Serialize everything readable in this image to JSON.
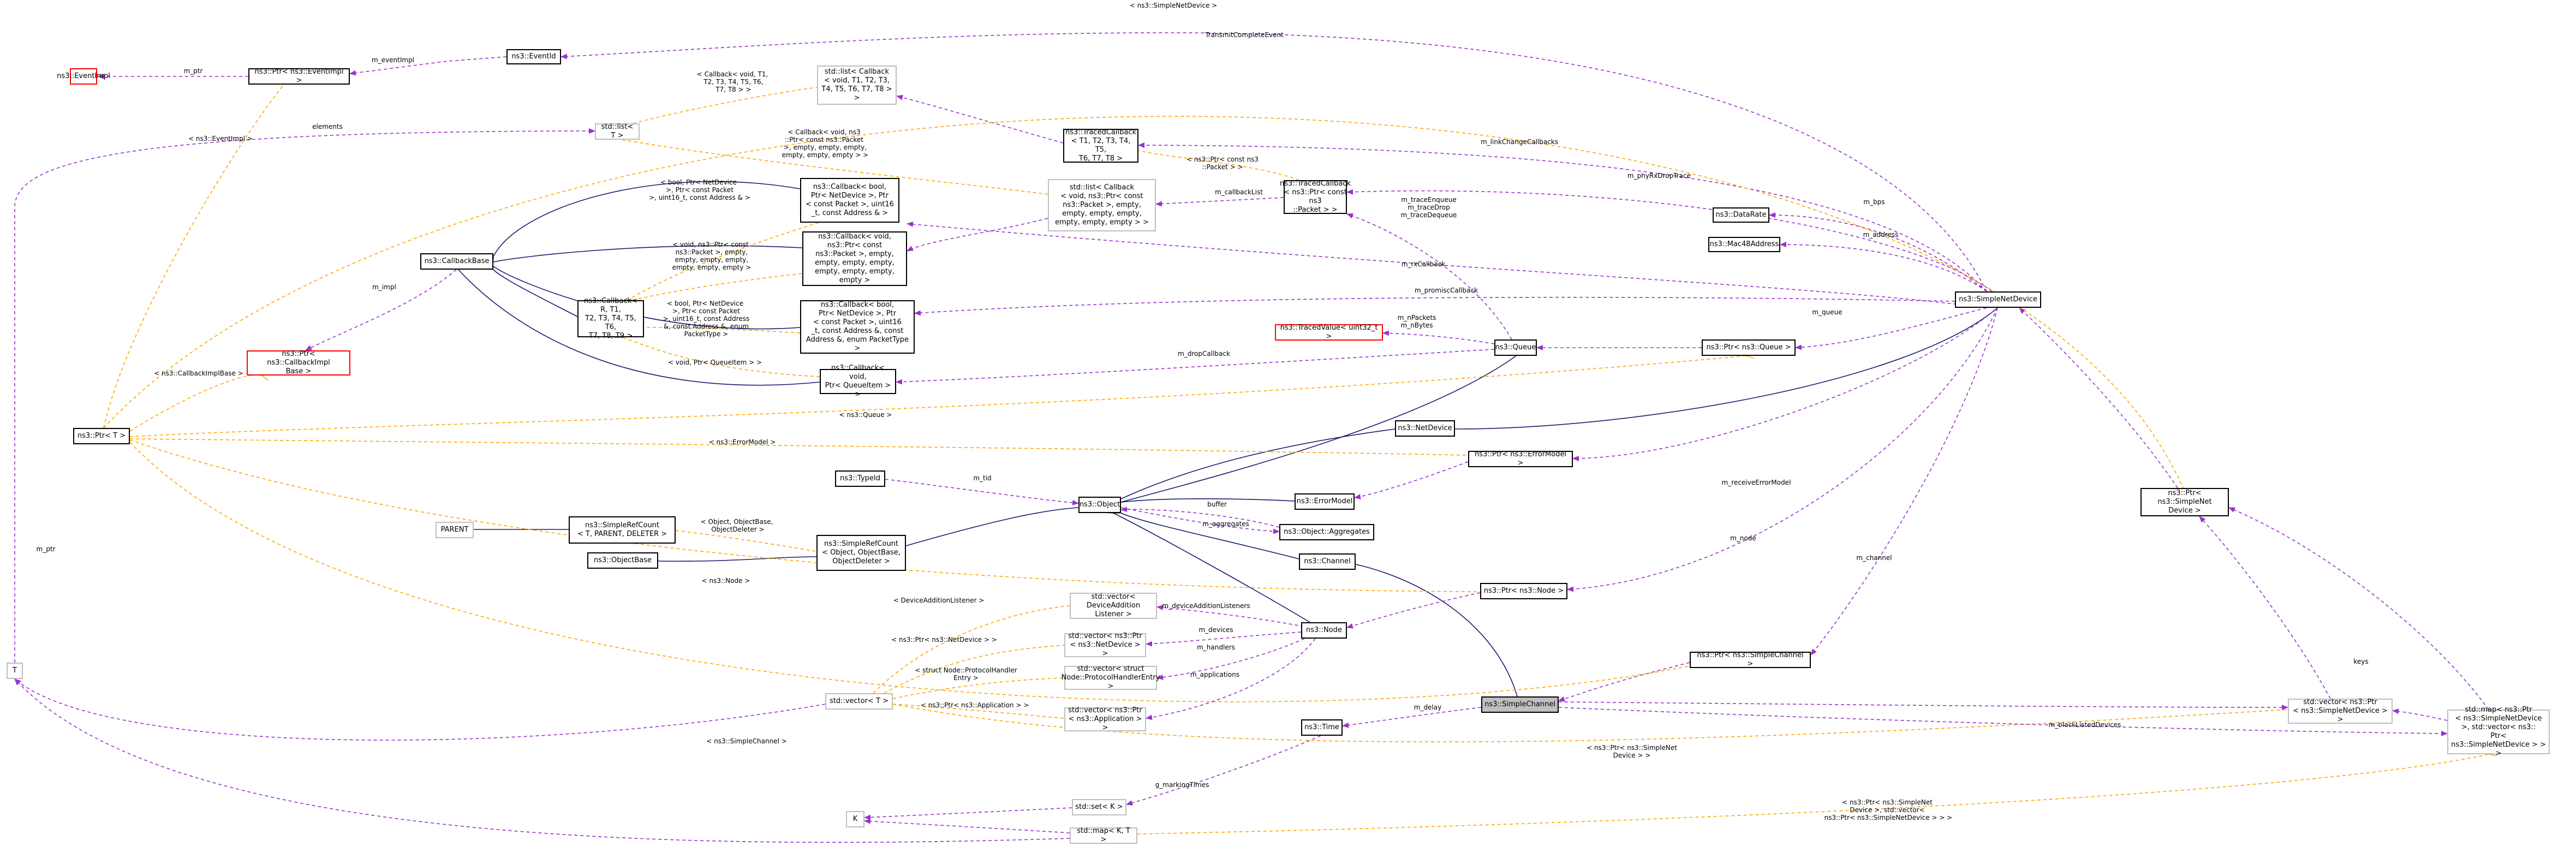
{
  "diagram": {
    "focus_class": "ns3::SimpleChannel",
    "nodes": [
      {
        "id": "EventImpl",
        "label": "ns3::EventImpl",
        "style": "red"
      },
      {
        "id": "PtrEventImpl",
        "label": "ns3::Ptr< ns3::EventImpl >",
        "style": "normal"
      },
      {
        "id": "EventId",
        "label": "ns3::EventId",
        "style": "normal"
      },
      {
        "id": "ListCallback",
        "label": "std::list< Callback\n< void, T1, T2, T3,\n T4, T5, T6, T7, T8 > >",
        "style": "grey"
      },
      {
        "id": "ListT",
        "label": "std::list< T >",
        "style": "grey"
      },
      {
        "id": "TracedCallbackT",
        "label": "ns3::TracedCallback\n< T1, T2, T3, T4, T5,\n T6, T7, T8 >",
        "style": "normal"
      },
      {
        "id": "ListCallbackPacket",
        "label": "std::list< Callback\n< void, ns3::Ptr< const\n ns3::Packet >, empty,\n empty, empty, empty,\n empty, empty, empty > >",
        "style": "grey"
      },
      {
        "id": "TracedCallbackPacket",
        "label": "ns3::TracedCallback\n< ns3::Ptr< const ns3\n::Packet > >",
        "style": "normal"
      },
      {
        "id": "CallbackBoolNetDevice",
        "label": "ns3::Callback< bool,\n Ptr< NetDevice >, Ptr\n< const Packet >, uint16\n_t, const Address & >",
        "style": "normal"
      },
      {
        "id": "CallbackVoidPacket",
        "label": "ns3::Callback< void,\n ns3::Ptr< const\n ns3::Packet >, empty,\n empty, empty, empty,\n empty, empty, empty,\n empty >",
        "style": "normal"
      },
      {
        "id": "CallbackBoolPromisc",
        "label": "ns3::Callback< bool,\n Ptr< NetDevice >, Ptr\n< const Packet >, uint16\n_t, const Address &, const\n Address &, enum PacketType >",
        "style": "normal"
      },
      {
        "id": "CallbackVoidQueueItem",
        "label": "ns3::Callback< void,\n Ptr< QueueItem > >",
        "style": "normal"
      },
      {
        "id": "CallbackBase",
        "label": "ns3::CallbackBase",
        "style": "normal"
      },
      {
        "id": "CallbackR",
        "label": "ns3::Callback< R, T1,\n T2, T3, T4, T5, T6,\n T7, T8, T9 >",
        "style": "normal"
      },
      {
        "id": "PtrCallbackImplBase",
        "label": "ns3::Ptr< ns3::CallbackImpl\nBase >",
        "style": "red"
      },
      {
        "id": "PtrT",
        "label": "ns3::Ptr< T >",
        "style": "normal"
      },
      {
        "id": "TracedValueUint32",
        "label": "ns3::TracedValue< uint32_t >",
        "style": "red"
      },
      {
        "id": "Queue",
        "label": "ns3::Queue",
        "style": "normal"
      },
      {
        "id": "PtrQueue",
        "label": "ns3::Ptr< ns3::Queue >",
        "style": "normal"
      },
      {
        "id": "DataRate",
        "label": "ns3::DataRate",
        "style": "normal"
      },
      {
        "id": "Mac48Address",
        "label": "ns3::Mac48Address",
        "style": "normal"
      },
      {
        "id": "SimpleNetDevice",
        "label": "ns3::SimpleNetDevice",
        "style": "normal"
      },
      {
        "id": "NetDevice",
        "label": "ns3::NetDevice",
        "style": "normal"
      },
      {
        "id": "PtrErrorModel",
        "label": "ns3::Ptr< ns3::ErrorModel >",
        "style": "normal"
      },
      {
        "id": "TypeId",
        "label": "ns3::TypeId",
        "style": "normal"
      },
      {
        "id": "Object",
        "label": "ns3::Object",
        "style": "normal"
      },
      {
        "id": "ErrorModel",
        "label": "ns3::ErrorModel",
        "style": "normal"
      },
      {
        "id": "Aggregates",
        "label": "ns3::Object::Aggregates",
        "style": "normal"
      },
      {
        "id": "Parent",
        "label": "PARENT",
        "style": "grey"
      },
      {
        "id": "SimpleRefCountT",
        "label": "ns3::SimpleRefCount\n< T, PARENT, DELETER >",
        "style": "normal"
      },
      {
        "id": "SimpleRefCountObject",
        "label": "ns3::SimpleRefCount\n< Object, ObjectBase,\n ObjectDeleter >",
        "style": "normal"
      },
      {
        "id": "ObjectBase",
        "label": "ns3::ObjectBase",
        "style": "normal"
      },
      {
        "id": "Channel",
        "label": "ns3::Channel",
        "style": "normal"
      },
      {
        "id": "PtrNode",
        "label": "ns3::Ptr< ns3::Node >",
        "style": "normal"
      },
      {
        "id": "PtrSimpleNetDevice",
        "label": "ns3::Ptr< ns3::SimpleNet\nDevice >",
        "style": "normal"
      },
      {
        "id": "VectorDeviceAddition",
        "label": "std::vector< DeviceAddition\nListener >",
        "style": "grey"
      },
      {
        "id": "VectorPtrNetDevice",
        "label": "std::vector< ns3::Ptr\n< ns3::NetDevice > >",
        "style": "grey"
      },
      {
        "id": "Node",
        "label": "ns3::Node",
        "style": "normal"
      },
      {
        "id": "VectorProtocolHandler",
        "label": "std::vector< struct\n Node::ProtocolHandlerEntry >",
        "style": "grey"
      },
      {
        "id": "VectorPtrApplication",
        "label": "std::vector< ns3::Ptr\n< ns3::Application > >",
        "style": "grey"
      },
      {
        "id": "VectorT",
        "label": "std::vector< T >",
        "style": "grey"
      },
      {
        "id": "PtrSimpleChannel",
        "label": "ns3::Ptr< ns3::SimpleChannel >",
        "style": "normal"
      },
      {
        "id": "SimpleChannel",
        "label": "ns3::SimpleChannel",
        "style": "highlight"
      },
      {
        "id": "Time",
        "label": "ns3::Time",
        "style": "normal"
      },
      {
        "id": "VectorPtrSimpleNetDevice",
        "label": "std::vector< ns3::Ptr\n< ns3::SimpleNetDevice > >",
        "style": "grey"
      },
      {
        "id": "MapPtrSimpleNetDevice",
        "label": "std::map< ns3::Ptr\n< ns3::SimpleNetDevice\n >, std::vector< ns3::\nPtr< ns3::SimpleNetDevice > > >",
        "style": "grey"
      },
      {
        "id": "T",
        "label": "T",
        "style": "grey"
      },
      {
        "id": "SetK",
        "label": "std::set< K >",
        "style": "grey"
      },
      {
        "id": "K",
        "label": "K",
        "style": "grey"
      },
      {
        "id": "MapKT",
        "label": "std::map< K, T >",
        "style": "grey"
      }
    ],
    "edge_labels": [
      "< ns3::SimpleNetDevice >",
      "TransmitCompleteEvent",
      "m_eventImpl",
      "m_ptr",
      "< Callback< void, T1,\n T2, T3, T4, T5, T6,\n T7, T8 > >",
      "elements",
      "< ns3::EventImpl >",
      "m_callbackList",
      "< Callback< void, ns3\n::Ptr< const ns3::Packet\n >, empty, empty, empty,\n empty, empty, empty > >",
      "m_linkChangeCallbacks",
      "m_phyRxDropTrace",
      "< ns3::Ptr< const ns3\n::Packet > >",
      "< bool, Ptr< NetDevice\n >, Ptr< const Packet\n >, uint16_t, const Address & >",
      "m_traceEnqueue\nm_traceDrop\nm_traceDequeue",
      "m_bps",
      "m_address",
      "m_rxCallback",
      "< void, ns3::Ptr< const\n ns3::Packet >, empty,\n empty, empty, empty,\n empty, empty, empty >",
      "m_impl",
      "< bool, Ptr< NetDevice\n >, Ptr< const Packet\n >, uint16_t, const Address\n &, const Address &, enum\n PacketType >",
      "m_promiscCallback",
      "m_queue",
      "m_nPackets\nm_nBytes",
      "< void, Ptr< QueueItem > >",
      "m_dropCallback",
      "< ns3::CallbackImplBase >",
      "< ns3::Queue >",
      "< ns3::ErrorModel >",
      "m_receiveErrorModel",
      "m_tid",
      "buffer",
      "m_aggregates",
      "< Object, ObjectBase,\n ObjectDeleter >",
      "m_node",
      "m_channel",
      "< ns3::Node >",
      "< DeviceAdditionListener >",
      "m_deviceAdditionListeners",
      "< ns3::Ptr< ns3::NetDevice > >",
      "m_devices",
      "m_handlers",
      "< struct Node::ProtocolHandler\nEntry >",
      "m_applications",
      "< ns3::Ptr< ns3::Application > >",
      "< ns3::SimpleChannel >",
      "m_delay",
      "m_blackListedDevices",
      "< ns3::Ptr< ns3::SimpleNet\nDevice > >",
      "keys",
      "g_markingTimes",
      "< ns3::Ptr< ns3::SimpleNet\nDevice >, std::vector<\n ns3::Ptr< ns3::SimpleNetDevice > > >",
      "m_ptr"
    ]
  }
}
